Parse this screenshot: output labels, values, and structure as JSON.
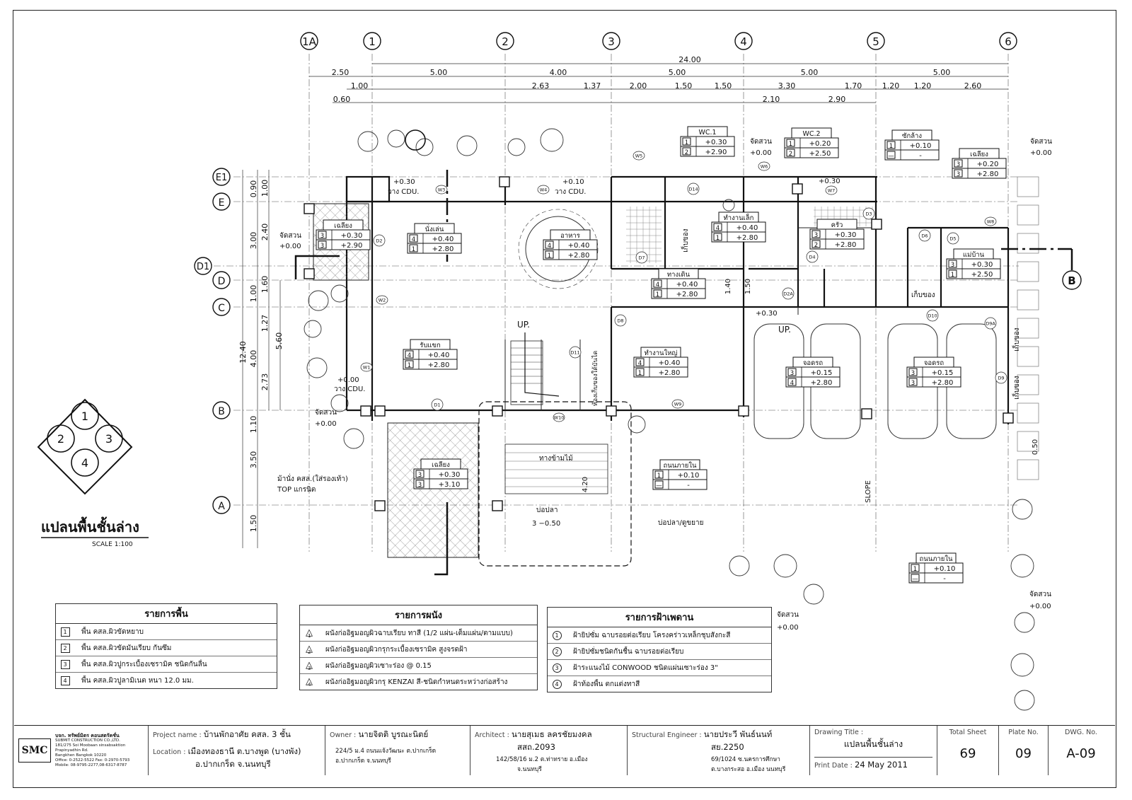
{
  "grid_top": [
    "1A",
    "1",
    "2",
    "3",
    "4",
    "5",
    "6"
  ],
  "grid_left": [
    "E1",
    "E",
    "D1",
    "D",
    "C",
    "B",
    "A"
  ],
  "section_marker": "B",
  "dims_top_row1": "24.00",
  "dims_top_row2": [
    "2.50",
    "5.00",
    "4.00",
    "5.00",
    "5.00",
    "5.00"
  ],
  "dims_top_row3": [
    "1.00",
    "2.63",
    "1.37",
    "2.00",
    "1.50",
    "1.50",
    "3.30",
    "1.70",
    "1.20",
    "1.20",
    "2.60"
  ],
  "dims_top_row4": [
    "0.60",
    "2.10",
    "2.90"
  ],
  "dims_left_outer": "12.40",
  "dims_left_mid": [
    "0.90",
    "3.00",
    "1.00",
    "4.00",
    "1.10",
    "3.50",
    "1.50"
  ],
  "dims_left_inner": [
    "1.00",
    "2.40",
    "1.60",
    "1.27",
    "2.73"
  ],
  "dims_left_inner2": "5.60",
  "dims_interior": [
    "1.40",
    "1.50",
    "4.20",
    "0.50"
  ],
  "quadrant_numbers": [
    "1",
    "2",
    "3",
    "4"
  ],
  "plan_title": "แปลนพื้นชั้นล่าง",
  "plan_scale": "SCALE    1:100",
  "rooms": [
    {
      "name": "WC.1",
      "rows": [
        [
          "1",
          "+0.30"
        ],
        [
          "2",
          "+2.90"
        ]
      ]
    },
    {
      "name": "WC.2",
      "rows": [
        [
          "1",
          "+0.20"
        ],
        [
          "2",
          "+2.50"
        ]
      ]
    },
    {
      "name": "ซักล้าง",
      "rows": [
        [
          "1",
          "+0.10"
        ],
        [
          "—",
          "-"
        ]
      ]
    },
    {
      "name": "เฉลียง",
      "rows": [
        [
          "3",
          "+0.20"
        ],
        [
          "3",
          "+2.80"
        ]
      ]
    },
    {
      "name": "เฉลียง",
      "rows": [
        [
          "3",
          "+0.30"
        ],
        [
          "3",
          "+2.90"
        ]
      ]
    },
    {
      "name": "นั่งเล่น",
      "rows": [
        [
          "4",
          "+0.40"
        ],
        [
          "1",
          "+2.80"
        ]
      ]
    },
    {
      "name": "อาหาร",
      "rows": [
        [
          "4",
          "+0.40"
        ],
        [
          "1",
          "+2.80"
        ]
      ]
    },
    {
      "name": "ทำงานเล็ก",
      "rows": [
        [
          "4",
          "+0.40"
        ],
        [
          "1",
          "+2.80"
        ]
      ]
    },
    {
      "name": "ครัว",
      "rows": [
        [
          "3",
          "+0.30"
        ],
        [
          "2",
          "+2.80"
        ]
      ]
    },
    {
      "name": "แม่บ้าน",
      "rows": [
        [
          "3",
          "+0.30"
        ],
        [
          "1",
          "+2.50"
        ]
      ]
    },
    {
      "name": "ทางเดิน",
      "rows": [
        [
          "4",
          "+0.40"
        ],
        [
          "1",
          "+2.80"
        ]
      ]
    },
    {
      "name": "รับแขก",
      "rows": [
        [
          "4",
          "+0.40"
        ],
        [
          "1",
          "+2.80"
        ]
      ]
    },
    {
      "name": "ทำงานใหญ่",
      "rows": [
        [
          "4",
          "+0.40"
        ],
        [
          "1",
          "+2.80"
        ]
      ]
    },
    {
      "name": "จอดรถ",
      "rows": [
        [
          "3",
          "+0.15"
        ],
        [
          "4",
          "+2.80"
        ]
      ]
    },
    {
      "name": "จอดรถ",
      "rows": [
        [
          "3",
          "+0.15"
        ],
        [
          "3",
          "+2.80"
        ]
      ]
    },
    {
      "name": "เฉลียง",
      "rows": [
        [
          "3",
          "+0.30"
        ],
        [
          "3",
          "+3.10"
        ]
      ]
    },
    {
      "name": "ถนนภายใน",
      "rows": [
        [
          "1",
          "+0.10"
        ],
        [
          "—",
          "-"
        ]
      ]
    },
    {
      "name": "ถนนภายใน",
      "rows": [
        [
          "1",
          "+0.10"
        ],
        [
          "—",
          "-"
        ]
      ]
    }
  ],
  "labels": {
    "garden1": "จัดสวน",
    "garden1_lvl": "+0.00",
    "garden2": "จัดสวน",
    "garden2_lvl": "+0.00",
    "garden3": "จัดสวน",
    "garden3_lvl": "+0.00",
    "garden4": "จัดสวน",
    "garden4_lvl": "+0.00",
    "garden5": "จัดสวน",
    "garden5_lvl": "+0.00",
    "garden6": "จัดสวน",
    "garden6_lvl": "+0.00",
    "cdu1": "+0.30",
    "cdu1b": "วาง CDU.",
    "cdu2": "+0.10",
    "cdu2b": "วาง CDU.",
    "cdu3": "+0.00",
    "cdu3b": "วาง CDU.",
    "cdu4": "+0.30",
    "up1": "UP.",
    "up2": "UP.",
    "lvl_030": "+0.30",
    "store1": "เก็บของ",
    "store2": "เก็บของ",
    "store3": "ห้องเก็บของใต้บันได",
    "store4": "เก็บของ",
    "store5": "เก็บของ",
    "walkway": "ทางข้ามไม้",
    "pond": "บ่อปลา",
    "pond_lvl": "3  −0.50",
    "pond2": "บ่อปลา/ดูขยาย",
    "bench": "ม้านั่ง คสล.(ใส่รองเท้า)",
    "bench2": "TOP แกรนิต",
    "slope": "SLOPE",
    "doors": [
      "D1",
      "D2",
      "D2A",
      "D3",
      "D4",
      "D5",
      "D6",
      "D7",
      "D8",
      "D9",
      "D9A",
      "D10",
      "D11",
      "D14"
    ],
    "windows": [
      "W1",
      "W2",
      "W3",
      "W4",
      "W5",
      "W6",
      "W7",
      "W8",
      "W9",
      "W10"
    ]
  },
  "legend_floor": {
    "title": "รายการพื้น",
    "items": [
      {
        "n": "1",
        "t": "พื้น คสล.ผิวขัดหยาบ"
      },
      {
        "n": "2",
        "t": "พื้น คสล.ผิวขัดมันเรียบ กันซึม"
      },
      {
        "n": "3",
        "t": "พื้น คสล.ผิวปูกระเบื้องเซรามิค ชนิดกันลื่น"
      },
      {
        "n": "4",
        "t": "พื้น คสล.ผิวปูลามิเนต หนา 12.0 มม."
      }
    ]
  },
  "legend_wall": {
    "title": "รายการผนัง",
    "items": [
      {
        "n": "1",
        "t": "ผนังก่ออิฐมอญผิวฉาบเรียบ ทาสี (1/2 แผ่น-เต็มแผ่น/ตามแบบ)"
      },
      {
        "n": "2",
        "t": "ผนังก่ออิฐมอญผิวกรุกระเบื้องเซรามิค สูงจรดฝ้า"
      },
      {
        "n": "3",
        "t": "ผนังก่ออิฐมอญผิวเซาะร่อง @ 0.15"
      },
      {
        "n": "4",
        "t": "ผนังก่ออิฐมอญผิวกรุ KENZAI สี-ชนิดกำหนดระหว่างก่อสร้าง"
      }
    ]
  },
  "legend_ceiling": {
    "title": "รายการฝ้าเพดาน",
    "items": [
      {
        "n": "1",
        "t": "ฝ้ายิปซั่ม ฉาบรอยต่อเรียบ โครงคร่าวเหล็กชุบสังกะสี"
      },
      {
        "n": "2",
        "t": "ฝ้ายิปซั่มชนิดกันชื้น ฉาบรอยต่อเรียบ"
      },
      {
        "n": "3",
        "t": "ฝ้าระแนงไม้ CONWOOD ชนิดแผ่นเซาะร่อง 3\""
      },
      {
        "n": "4",
        "t": "ฝ้าท้องพื้น ตกแต่งทาสี"
      }
    ]
  },
  "titleblock": {
    "company": "บจก. ทรัพย์มิตร คอนสตรัคชั่น",
    "company_en": "SUBMIT CONSTRUCTION CO.,LTD.",
    "company_addr1": "181/275 Soi Moobaan sinsabsaktion Prapinyadhin Rd.",
    "company_addr2": "Bangkhen Bangkok 10220",
    "company_addr3": "Office: 0-2522-5522 Fax: 0-2970-5793",
    "company_addr4": "Mobile: 08-9795-2277,08-6317-8787",
    "logo": "SMC",
    "project_label": "Project name :",
    "project": "บ้านพักอาศัย คสล. 3 ชั้น",
    "location_label": "Location :",
    "location1": "เมืองทองธานี ต.บางพูด (บางพัง)",
    "location2": "อ.ปากเกร็ด จ.นนทบุรี",
    "owner_label": "Owner :",
    "owner": "นายจิตติ บูรณะนิตย์",
    "owner_addr1": "224/5 ม.4 ถนนแจ้งวัฒนะ ต.ปากเกร็ด",
    "owner_addr2": "อ.ปากเกร็ด จ.นนทบุรี",
    "architect_label": "Architect :",
    "architect": "นายสุเมธ ลครชัยมงคล",
    "architect_lic": "สสถ.2093",
    "architect_addr1": "142/58/16 ม.2 ต.ท่าทราย อ.เมือง",
    "architect_addr2": "จ.นนทบุรี",
    "engineer_label": "Structural Engineer :",
    "engineer": "นายประวี พันธ์นนท์",
    "engineer_lic": "สย.2250",
    "engineer_addr1": "69/1024 ซ.นครการศึกษา",
    "engineer_addr2": "ต.บางกระสอ อ.เมือง นนทบุรี",
    "drawing_label": "Drawing Title :",
    "drawing": "แปลนพื้นชั้นล่าง",
    "print_label": "Print Date :",
    "print_date": "24 May 2011",
    "total_label": "Total Sheet",
    "total": "69",
    "plate_label": "Plate No.",
    "plate": "09",
    "dwg_label": "DWG. No.",
    "dwg": "A-09"
  }
}
